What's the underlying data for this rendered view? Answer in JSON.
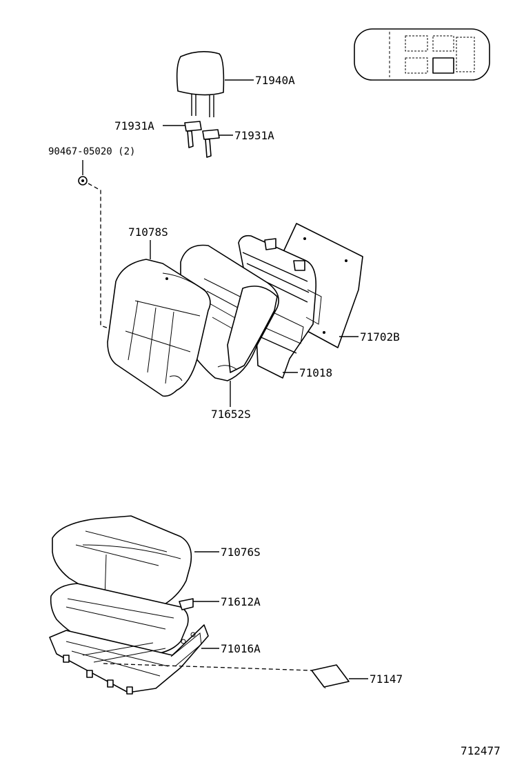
{
  "parts": {
    "headrest": "71940A",
    "support_left": "71931A",
    "support_right": "71931A",
    "screw": "90467-05020 (2)",
    "back_cover": "71078S",
    "back_pad": "71652S",
    "back_frame": "71018",
    "back_board": "71702B",
    "cushion_cover": "71076S",
    "cushion_pad": "71612A",
    "cushion_frame": "71016A",
    "spring_pad": "71147"
  },
  "figure_number": "712477"
}
